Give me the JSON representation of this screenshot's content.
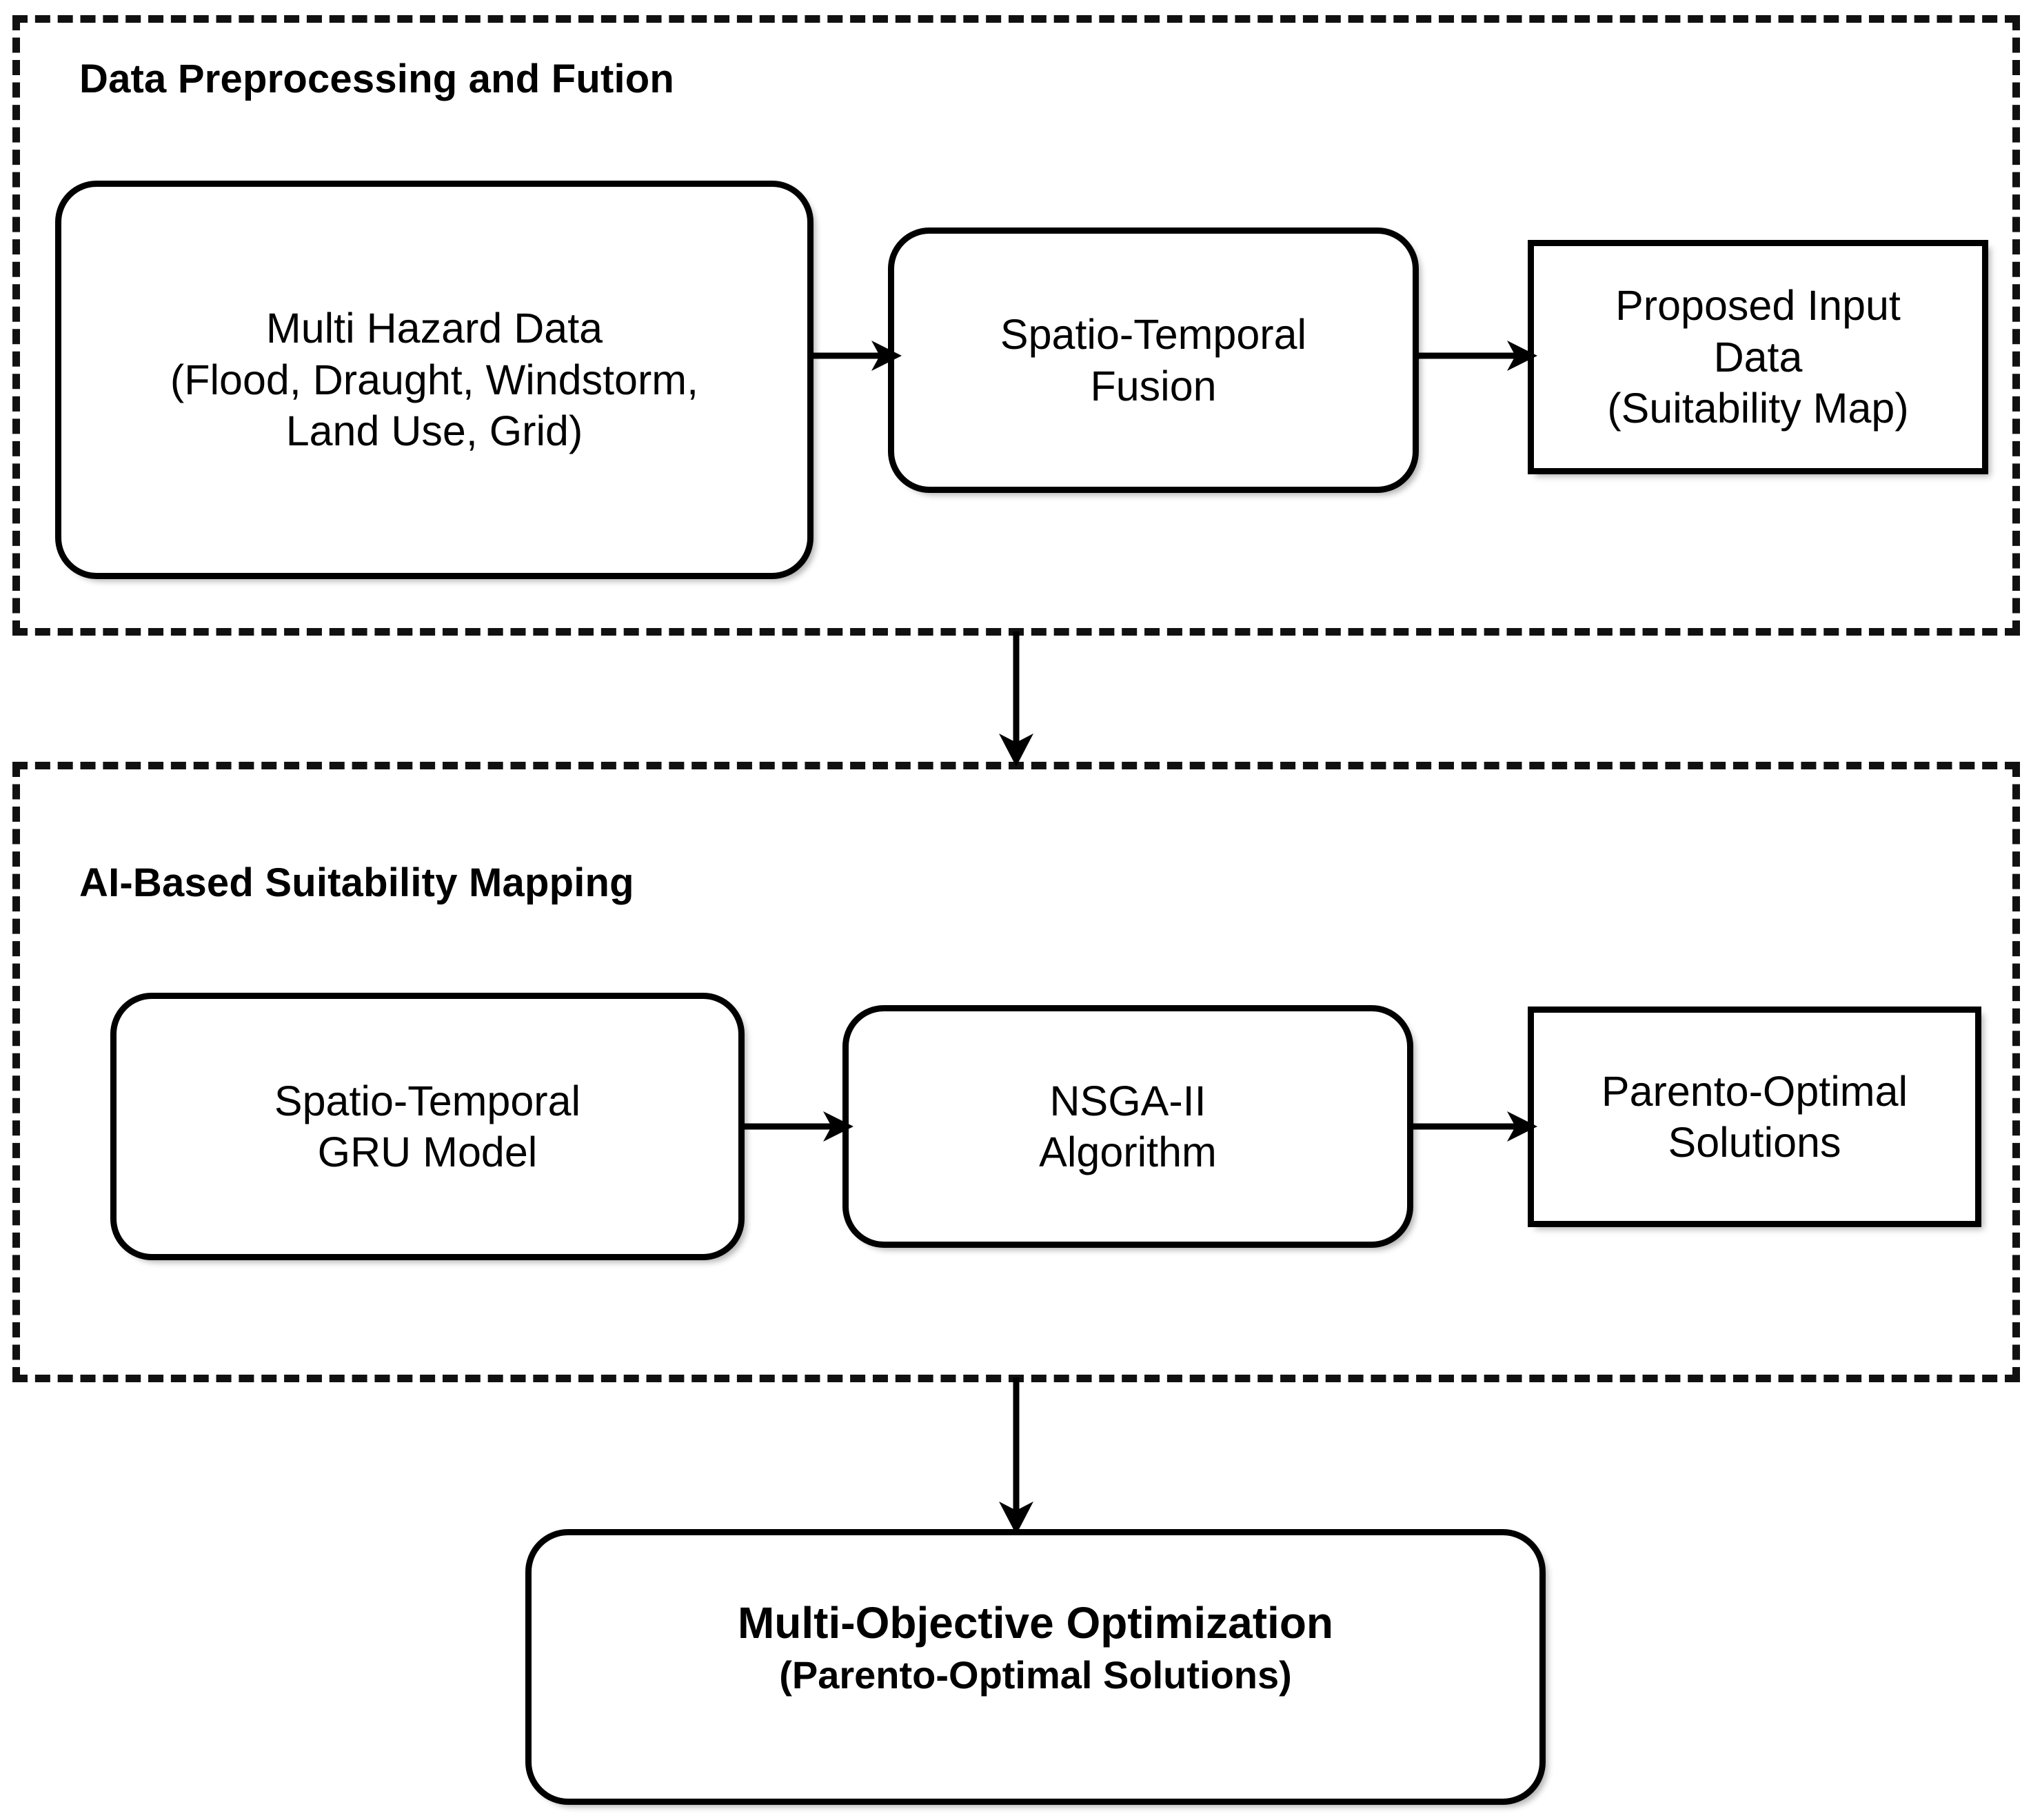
{
  "diagram": {
    "title_visible": false,
    "panels": [
      {
        "id": "preprocessing",
        "title": "Data Preprocessing and Fution",
        "nodes": [
          {
            "id": "multi-hazard",
            "shape": "rounded",
            "text": "Multi Hazard Data\n(Flood, Draught, Windstorm,\nLand Use, Grid)"
          },
          {
            "id": "st-fusion",
            "shape": "rounded",
            "text": "Spatio-Temporal\nFusion"
          },
          {
            "id": "proposed-input",
            "shape": "rectangle",
            "text": "Proposed Input\nData\n(Suitability Map)"
          }
        ]
      },
      {
        "id": "ai-mapping",
        "title": "AI-Based Suitability Mapping",
        "nodes": [
          {
            "id": "gru-model",
            "shape": "rounded",
            "text": "Spatio-Temporal\nGRU Model"
          },
          {
            "id": "nsga",
            "shape": "rounded",
            "text": "NSGA-II\nAlgorithm"
          },
          {
            "id": "parento",
            "shape": "rectangle",
            "text": "Parento-Optimal\nSolutions"
          }
        ]
      }
    ],
    "bottom_node": {
      "id": "multi-objective",
      "shape": "rounded",
      "title": "Multi-Objective Optimization",
      "subtitle": "(Parento-Optimal Solutions)"
    },
    "connectors": [
      {
        "id": "hazard-to-fusion",
        "from": "multi-hazard",
        "to": "st-fusion",
        "direction": "right",
        "icon": "arrow-right-icon"
      },
      {
        "id": "fusion-to-input",
        "from": "st-fusion",
        "to": "proposed-input",
        "direction": "right",
        "icon": "arrow-right-icon"
      },
      {
        "id": "gru-to-nsga",
        "from": "gru-model",
        "to": "nsga",
        "direction": "right",
        "icon": "arrow-right-icon"
      },
      {
        "id": "nsga-to-parento",
        "from": "nsga",
        "to": "parento",
        "direction": "right",
        "icon": "arrow-right-icon"
      },
      {
        "id": "panel1-to-panel2",
        "from": "preprocessing",
        "to": "ai-mapping",
        "direction": "down",
        "icon": "arrow-down-icon"
      },
      {
        "id": "panel2-to-bottom",
        "from": "ai-mapping",
        "to": "multi-objective",
        "direction": "down",
        "icon": "arrow-down-icon"
      }
    ],
    "colors": {
      "stroke": "#000000",
      "panel_border": "#111111",
      "background": "#ffffff",
      "text": "#000000"
    }
  }
}
